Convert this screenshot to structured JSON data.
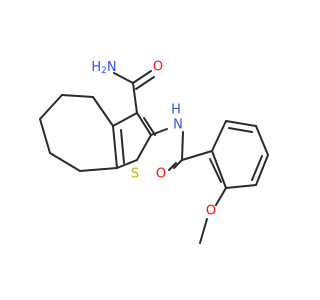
{
  "labels": {
    "amide_n": "H",
    "amide_n_sub": "2",
    "amide_n_after": "N",
    "amide_o": "O",
    "ring_s": "S",
    "nh_n": "N",
    "nh_h": "H",
    "carbonyl_o": "O",
    "methoxy_o": "O"
  },
  "colors": {
    "bond": "#2b2b2b",
    "nitrogen": "#3050f8",
    "oxygen": "#ff0d0d",
    "sulfur": "#c8b400"
  }
}
